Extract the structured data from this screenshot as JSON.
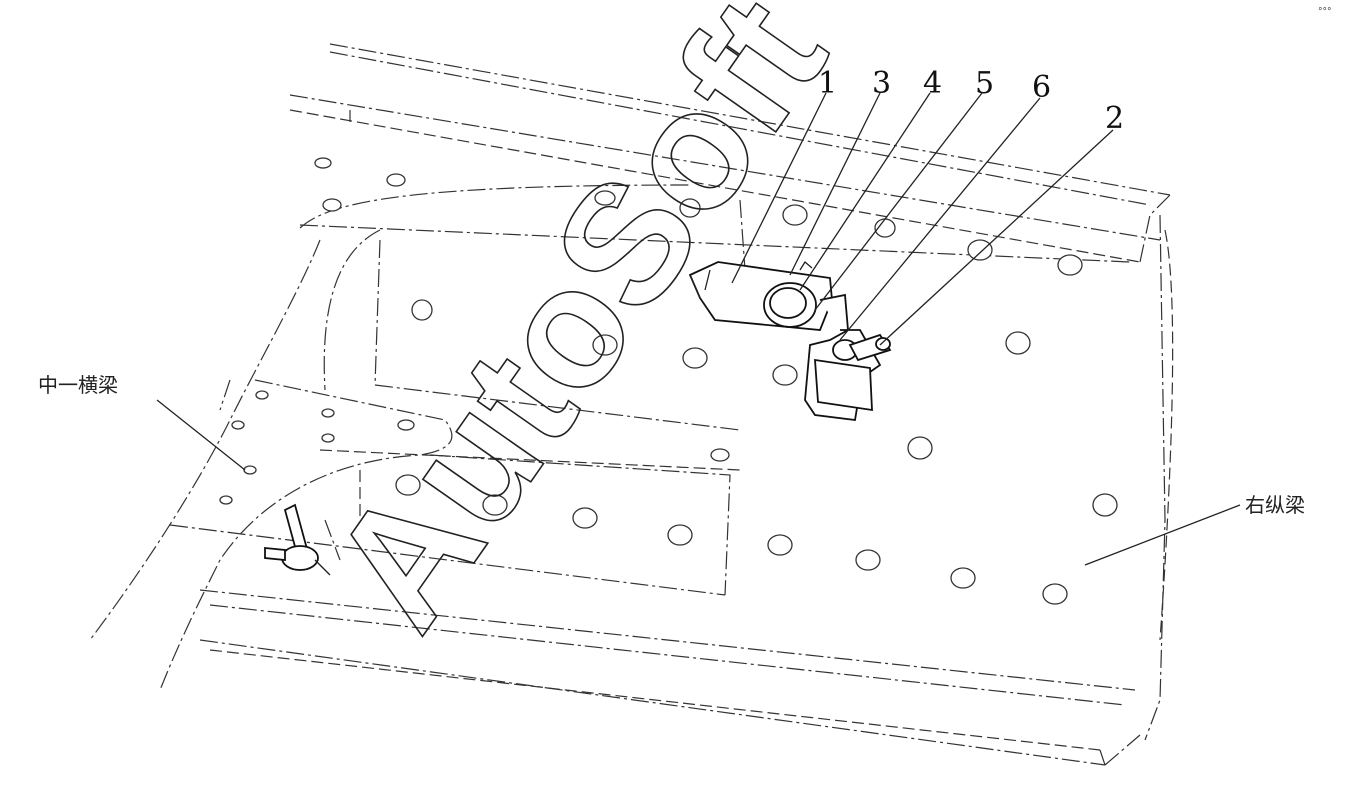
{
  "callouts": [
    "1",
    "3",
    "4",
    "5",
    "6",
    "2"
  ],
  "left_label": "中一横梁",
  "right_label": "右纵梁",
  "watermark": "AutoSoft",
  "corner_mark": "°°°"
}
